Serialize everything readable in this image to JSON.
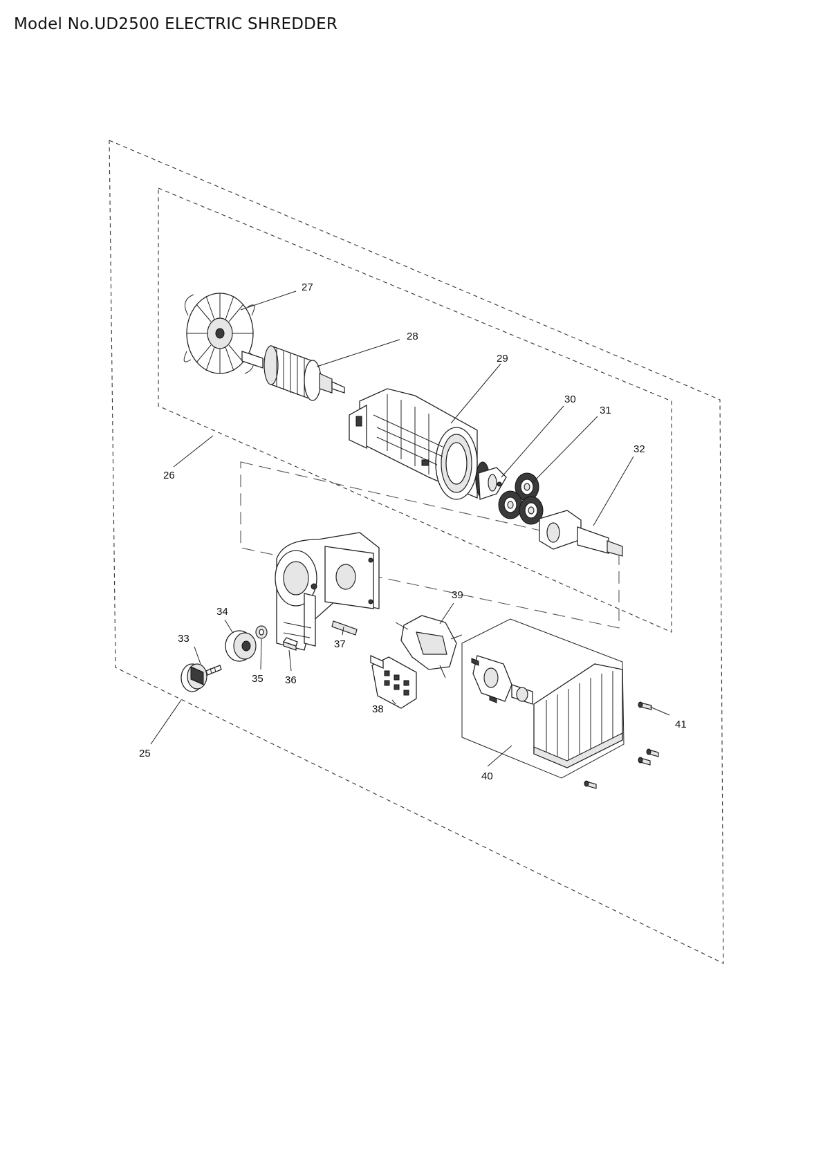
{
  "title": "Model No.UD2500 ELECTRIC SHREDDER",
  "callouts": [
    "25",
    "26",
    "27",
    "28",
    "29",
    "30",
    "31",
    "32",
    "33",
    "34",
    "35",
    "36",
    "37",
    "38",
    "39",
    "40",
    "41"
  ]
}
